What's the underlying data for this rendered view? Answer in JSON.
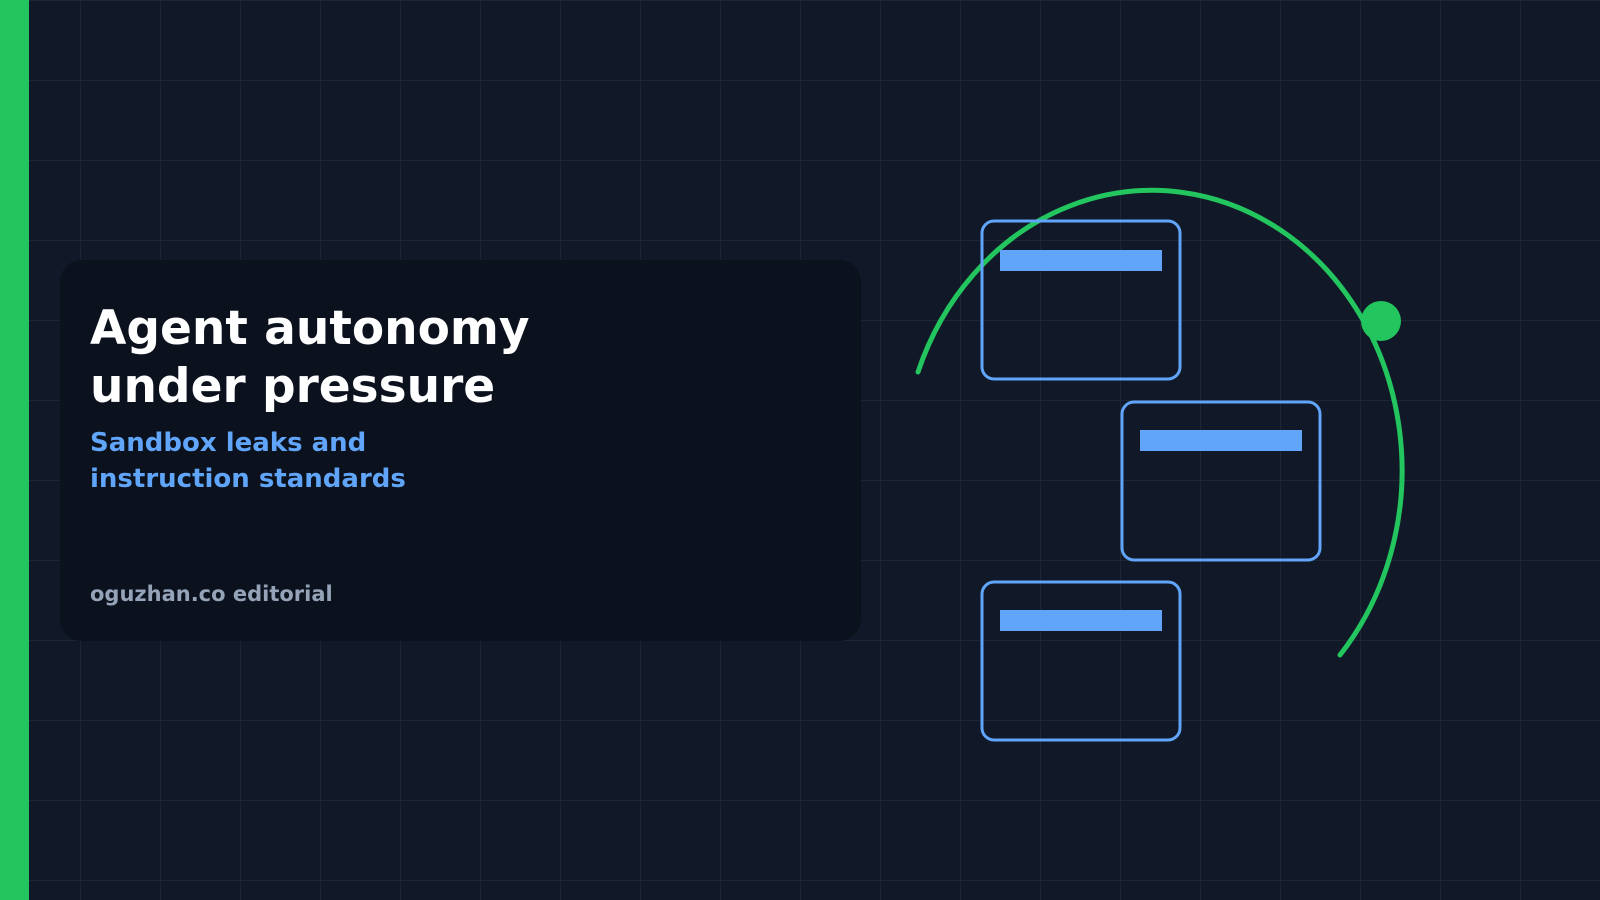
{
  "hero": {
    "title": "Agent autonomy\nunder pressure",
    "subtitle": "Sandbox leaks and\ninstruction standards",
    "byline": "oguzhan.co editorial"
  },
  "colors": {
    "background": "#111827",
    "card": "#0b121e",
    "accent_green": "#22c55e",
    "accent_blue": "#60a5fa",
    "title": "#ffffff",
    "byline": "#94a3b8"
  },
  "illustration": {
    "window_icon": "browser-window-icon",
    "arc_icon": "orbit-arc-icon",
    "node_icon": "orbit-node-icon"
  }
}
